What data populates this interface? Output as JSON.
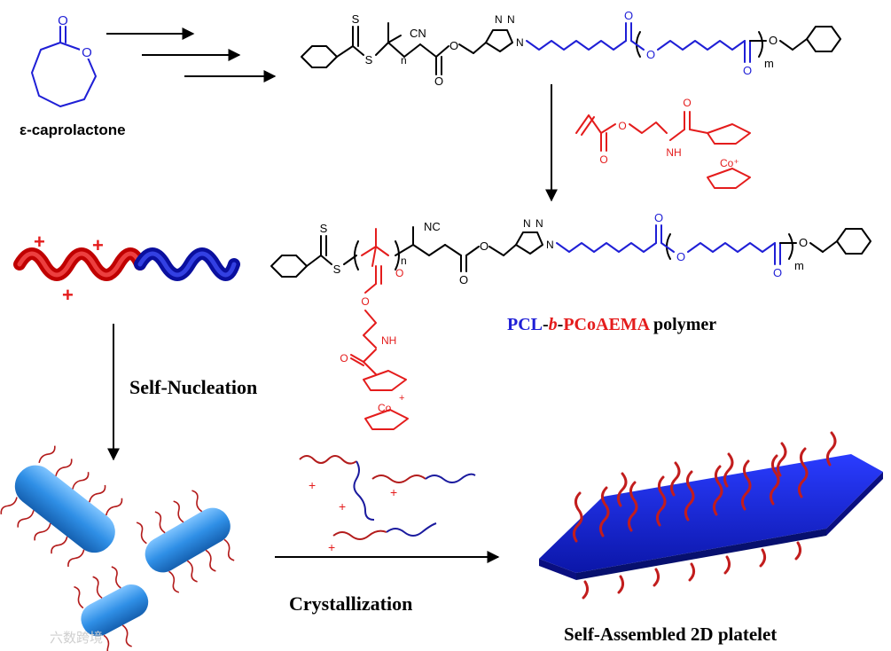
{
  "diagram": {
    "monomer_label": "ε-caprolactone",
    "step_nucleation": "Self-Nucleation",
    "step_crystallization": "Crystallization",
    "product_label": "Self-Assembled 2D platelet",
    "polymer_label": {
      "part1": "PCL",
      "sep1": "-",
      "part2": "b",
      "sep2": "-",
      "part3": "PCoAEMA",
      "part4": " polymer"
    },
    "atoms": {
      "S": "S",
      "CN": "CN",
      "NC": "NC",
      "O": "O",
      "N": "N",
      "NH": "NH",
      "Co_plus": "Co⁺",
      "Co": "Co",
      "plus": "+",
      "n": "n",
      "m": "m"
    },
    "watermark": "六数跨境"
  },
  "colors": {
    "pcl_block": "#1f1fd6",
    "pcoaema_block": "#e41c1c",
    "platelet": "#1a2ee0",
    "text": "#000000"
  }
}
